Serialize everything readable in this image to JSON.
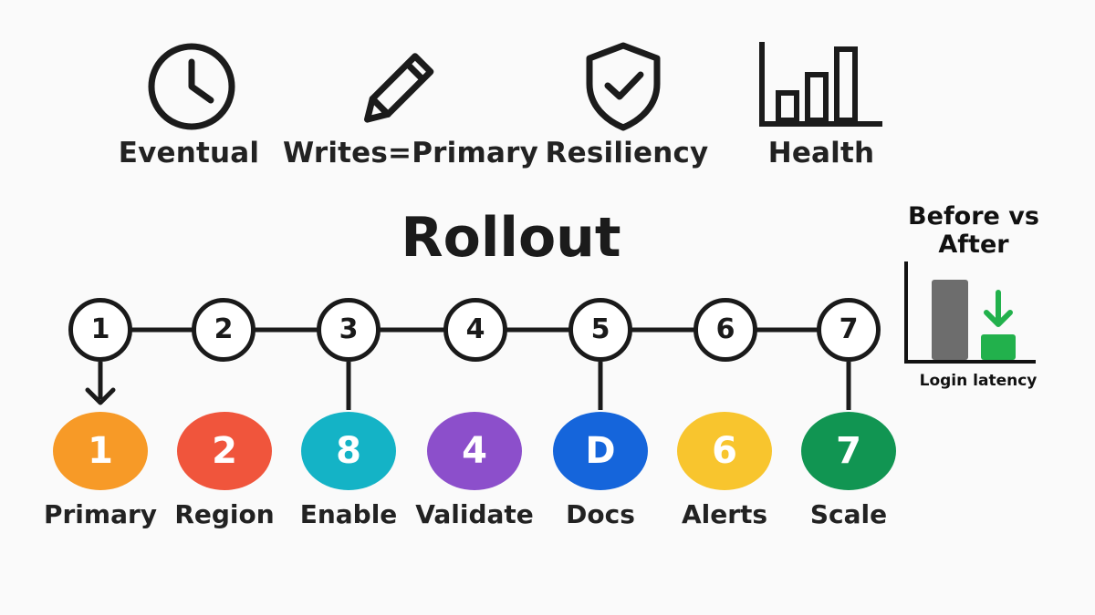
{
  "top_icons": [
    {
      "icon": "clock-icon",
      "label": "Eventual"
    },
    {
      "icon": "pencil-icon",
      "label": "Writes=Primary"
    },
    {
      "icon": "shield-check-icon",
      "label": "Resiliency"
    },
    {
      "icon": "bar-chart-icon",
      "label": "Health"
    }
  ],
  "title": "Rollout",
  "timeline": {
    "steps": [
      "1",
      "2",
      "3",
      "4",
      "5",
      "6",
      "7"
    ]
  },
  "stages": [
    {
      "badge": "1",
      "label": "Primary",
      "color": "#f79a27"
    },
    {
      "badge": "2",
      "label": "Region",
      "color": "#f0553c"
    },
    {
      "badge": "8",
      "label": "Enable",
      "color": "#14b3c6"
    },
    {
      "badge": "4",
      "label": "Validate",
      "color": "#8c4fcb"
    },
    {
      "badge": "D",
      "label": "Docs",
      "color": "#1565db"
    },
    {
      "badge": "6",
      "label": "Alerts",
      "color": "#f8c52e"
    },
    {
      "badge": "7",
      "label": "Scale",
      "color": "#119552"
    }
  ],
  "comparison": {
    "title": "Before vs After",
    "caption": "Login latency",
    "before_color": "#6d6d6d",
    "after_color": "#22b14c",
    "arrow_color": "#22b14c",
    "before_level": 0.88,
    "after_level": 0.28
  }
}
